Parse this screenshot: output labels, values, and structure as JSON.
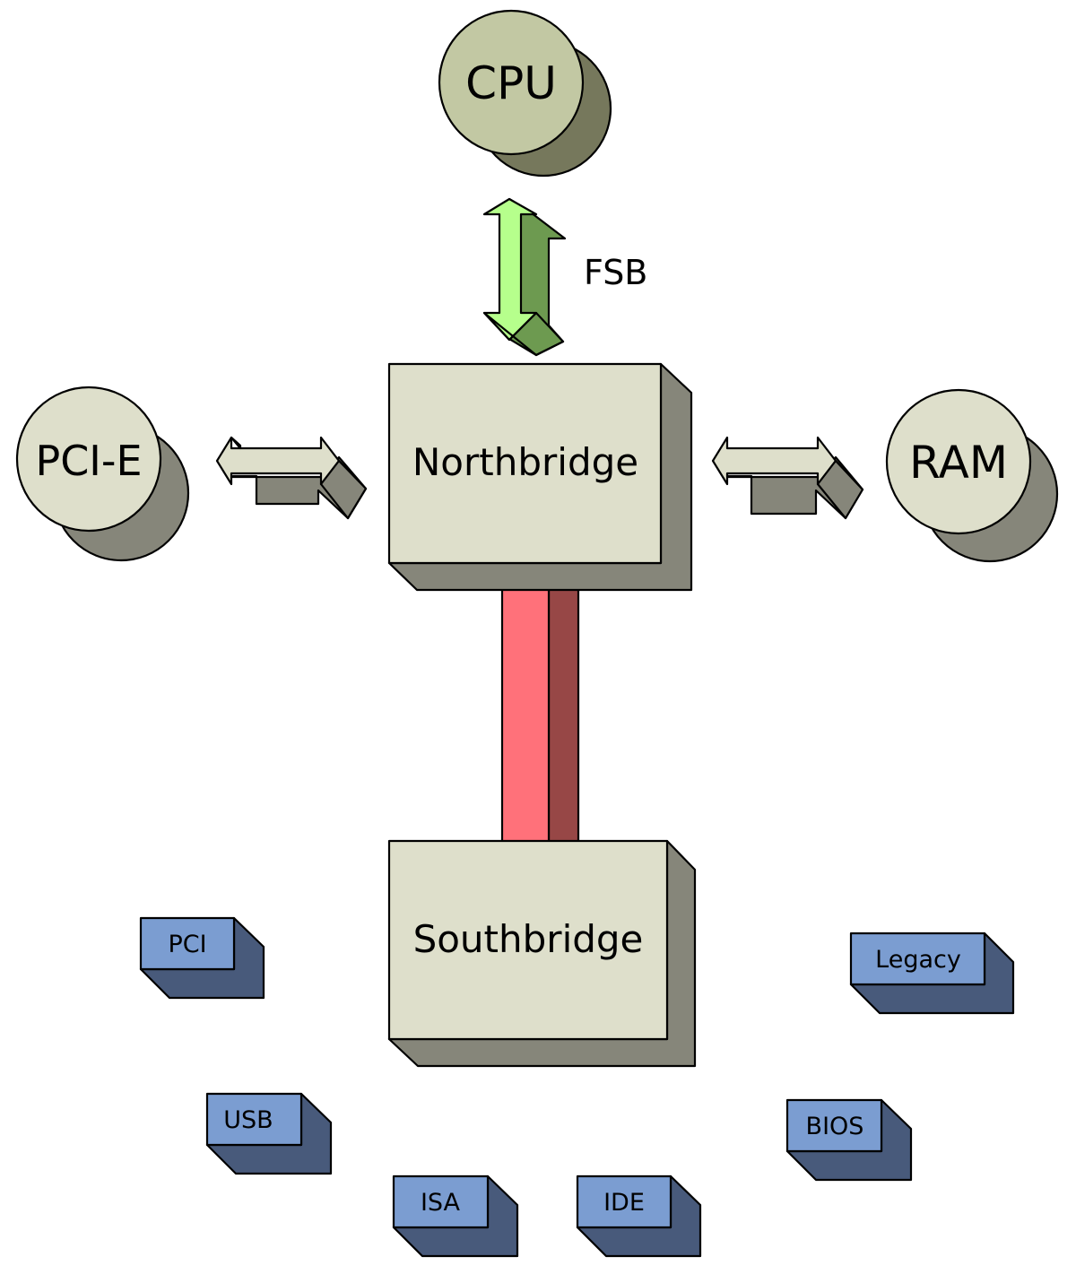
{
  "diagram": {
    "nodes": {
      "cpu": "CPU",
      "pcie": "PCI-E",
      "ram": "RAM",
      "northbridge": "Northbridge",
      "southbridge": "Southbridge"
    },
    "connectors": {
      "fsb": "FSB"
    },
    "peripherals": {
      "pci": "PCI",
      "usb": "USB",
      "isa": "ISA",
      "ide": "IDE",
      "legacy": "Legacy",
      "bios": "BIOS"
    }
  },
  "colors": {
    "cpu_face": "#c2c8a3",
    "cpu_shadow": "#76785c",
    "disc_face": "#dedfcb",
    "disc_shadow": "#86867a",
    "bridge_face": "#dedfcb",
    "bridge_side": "#86867a",
    "fsb_front": "#b6ff8c",
    "fsb_side": "#6d9a50",
    "link_front": "#ff717a",
    "link_side": "#974746",
    "periph_face": "#7b9dd1",
    "periph_side": "#485a7b"
  }
}
